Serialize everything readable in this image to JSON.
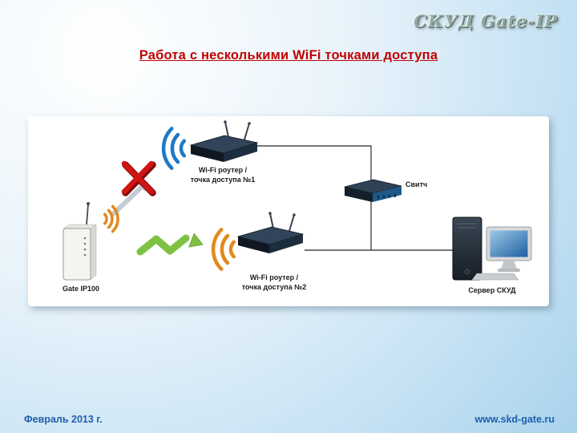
{
  "logo": {
    "text": "СКУД Gate-IP"
  },
  "title": "Работа с несколькими WiFi точками доступа",
  "diagram": {
    "router1": {
      "line1": "Wi-Fi роутер /",
      "line2": "точка доступа №1"
    },
    "router2": {
      "line1": "Wi-Fi роутер /",
      "line2": "точка доступа №2"
    },
    "gate_label": "Gate IP100",
    "switch_label": "Свитч",
    "server_label": "Сервер СКУД"
  },
  "footer": {
    "date": "Февраль 2013 г.",
    "url": "www.skd-gate.ru"
  },
  "colors": {
    "title_red": "#c00202",
    "wifi_blue": "#1e78c8",
    "wifi_orange": "#e08a1e",
    "arrow_green": "#7fc241",
    "blocked_red": "#d01414",
    "footer_blue": "#1f5fae"
  },
  "icons": {
    "wifi_signal": "concentric-arcs",
    "blocked": "red-x-cross",
    "good_link": "green-zigzag-arrow"
  }
}
